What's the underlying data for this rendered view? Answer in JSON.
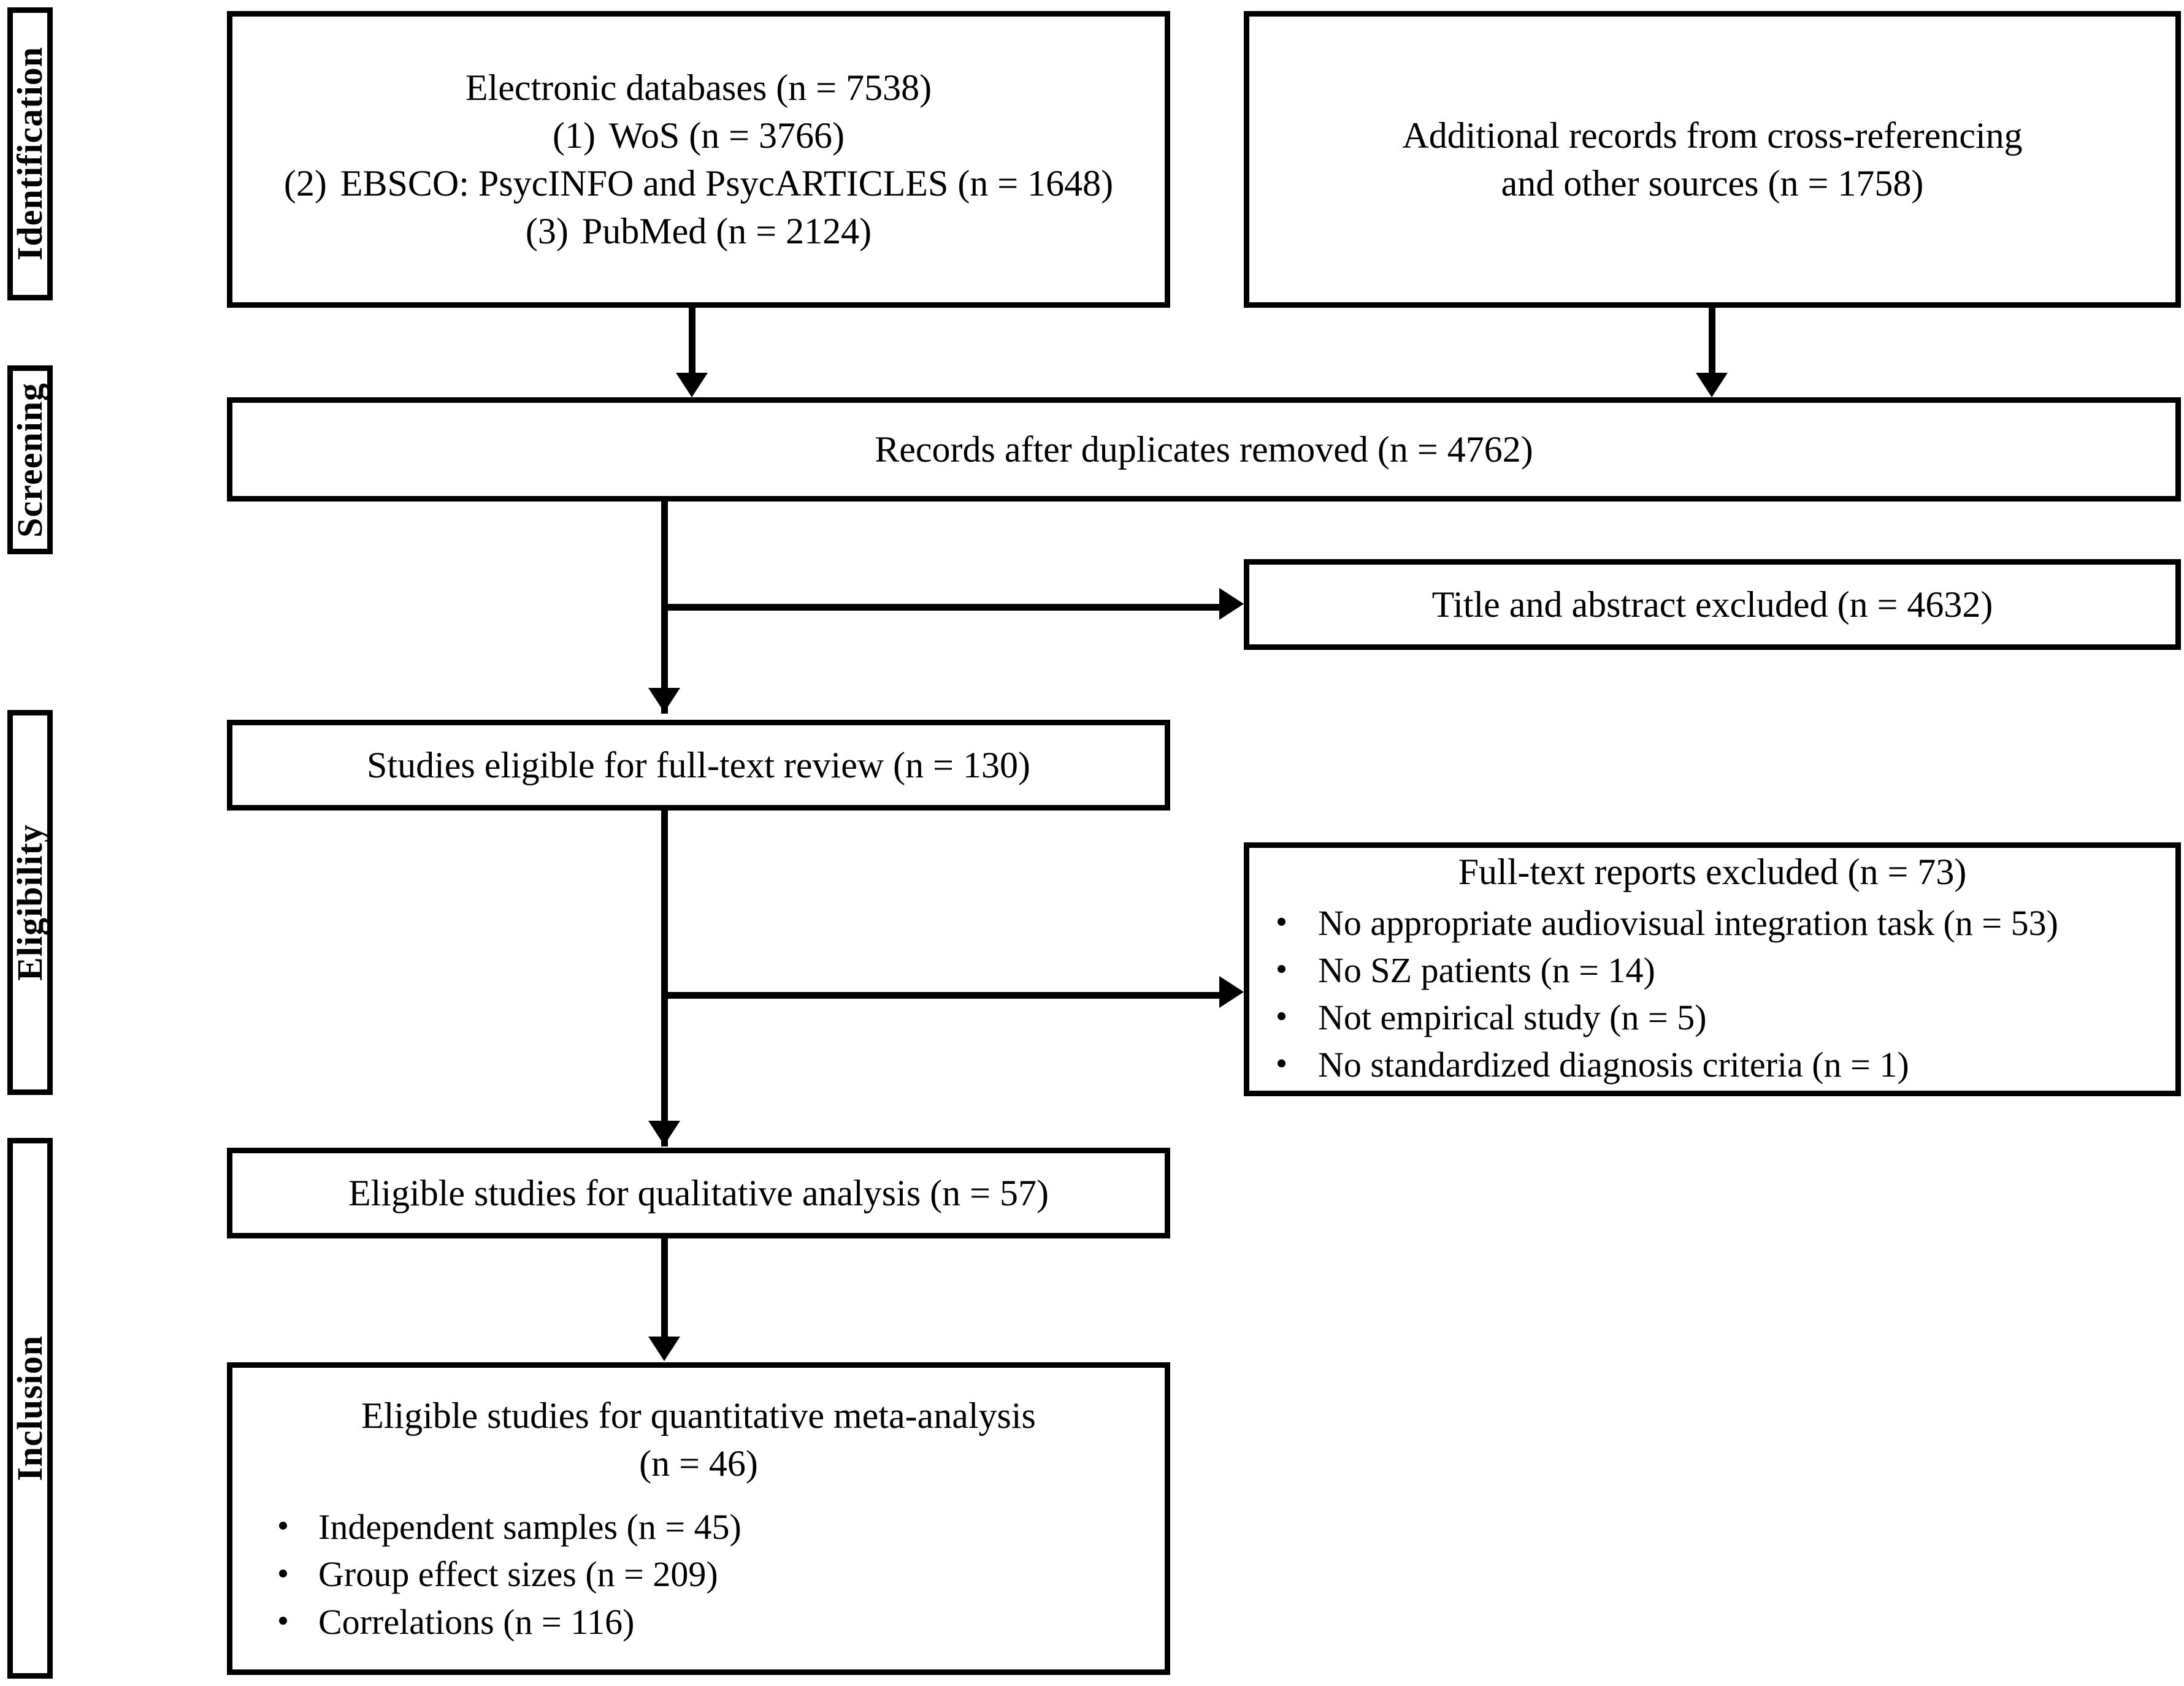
{
  "diagram": {
    "type": "prisma-flow-diagram",
    "title": "PRISMA study selection flow"
  },
  "stages": [
    {
      "key": "identification",
      "label": "Identification"
    },
    {
      "key": "screening",
      "label": "Screening"
    },
    {
      "key": "eligibility",
      "label": "Eligibility"
    },
    {
      "key": "inclusion",
      "label": "Inclusion"
    }
  ],
  "nodes": {
    "electronic_databases": {
      "heading": "Electronic databases (n = 7538)",
      "items": [
        {
          "num": "(1)",
          "text": "WoS (n = 3766)"
        },
        {
          "num": "(2)",
          "text": "EBSCO: PsycINFO and PsycARTICLES (n = 1648)"
        },
        {
          "num": "(3)",
          "text": "PubMed (n = 2124)"
        }
      ]
    },
    "additional_records": {
      "line1": "Additional records from cross-referencing",
      "line2": "and other sources (n = 1758)"
    },
    "duplicates_removed": {
      "heading": "Records after duplicates removed (n = 4762)"
    },
    "title_abstract_excluded": {
      "heading": "Title and abstract excluded (n = 4632)"
    },
    "fulltext_eligible": {
      "heading": "Studies eligible for full-text review (n = 130)"
    },
    "fulltext_excluded": {
      "heading": "Full-text reports excluded (n = 73)",
      "reasons": [
        "No appropriate audiovisual integration task (n = 53)",
        "No SZ patients (n = 14)",
        "Not empirical study (n = 5)",
        "No standardized diagnosis criteria (n = 1)"
      ]
    },
    "qualitative_analysis": {
      "heading": "Eligible studies for qualitative analysis (n = 57)"
    },
    "quantitative_analysis": {
      "heading_line1": "Eligible studies for quantitative meta-analysis",
      "heading_line2": "(n = 46)",
      "details": [
        "Independent samples (n = 45)",
        "Group effect sizes (n = 209)",
        "Correlations (n = 116)"
      ]
    }
  },
  "counts": {
    "electronic_databases_total": 7538,
    "wos": 3766,
    "ebsco": 1648,
    "pubmed": 2124,
    "additional_records": 1758,
    "after_duplicates": 4762,
    "title_abstract_excluded": 4632,
    "fulltext_eligible": 130,
    "fulltext_excluded": 73,
    "excluded_no_av_task": 53,
    "excluded_no_sz": 14,
    "excluded_not_empirical": 5,
    "excluded_no_criteria": 1,
    "qualitative": 57,
    "quantitative": 46,
    "independent_samples": 45,
    "group_effect_sizes": 209,
    "correlations": 116
  },
  "colors": {
    "border": "#000000",
    "background": "#ffffff",
    "text": "#000000"
  }
}
